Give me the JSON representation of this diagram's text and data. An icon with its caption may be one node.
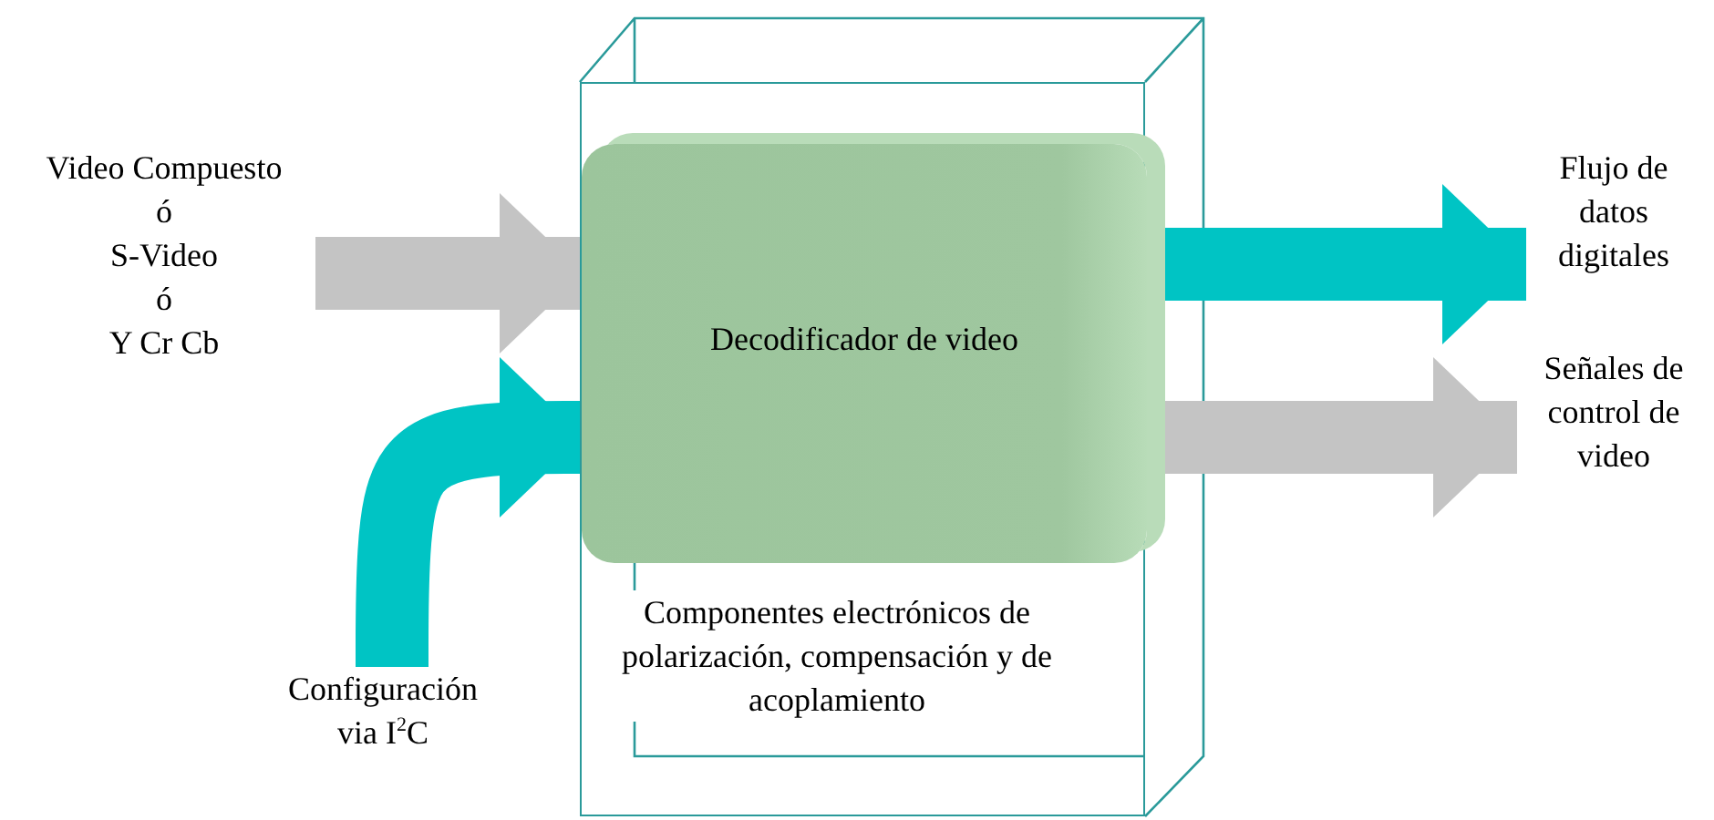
{
  "diagram": {
    "nodes": [
      {
        "text": [
          "Componentes electrónicos de polarización, compensación y de acoplamiento"
        ]
      },
      {
        "text": [
          "Decodificador de video"
        ],
        "in": 0
      },
      {
        "text": [
          "Video Compuesto",
          "ó",
          "S-Video",
          "ó",
          "Y Cr Cb"
        ]
      },
      {
        "text": [
          "Configuración via I$^{2}$C"
        ]
      },
      {
        "text": [
          "Flujo de datos digitales"
        ]
      },
      {
        "text": [
          "Señales de control de video"
        ]
      }
    ],
    "edges": [
      {
        "from": 2,
        "to": 1,
        "arrow": "to",
        "color": "#c4c4c4"
      },
      {
        "from": 3,
        "to": 1,
        "arrow": "to",
        "color": "#00c4c4"
      },
      {
        "from": 1,
        "to": 4,
        "arrow": "to",
        "color": "#00c4c4"
      },
      {
        "from": 1,
        "to": 5,
        "arrow": "to",
        "color": "#c4c4c4"
      }
    ]
  }
}
